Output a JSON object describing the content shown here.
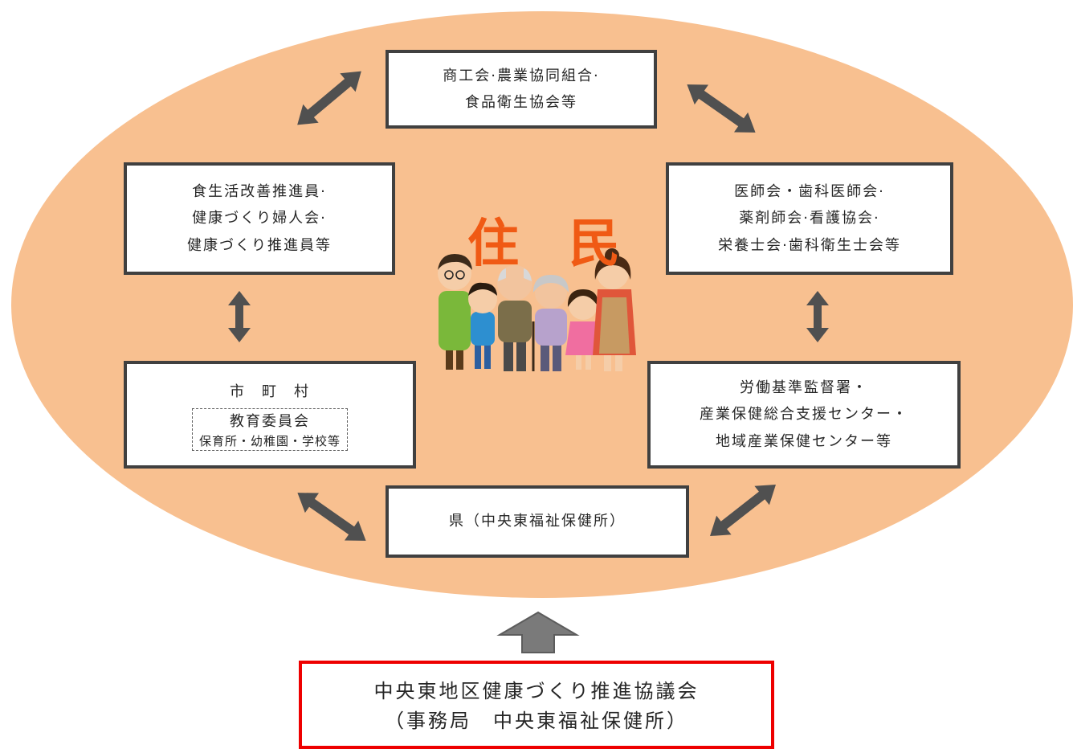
{
  "center_label": "住 民",
  "boxes": {
    "top": [
      "商工会·農業協同組合·",
      "食品衛生協会等"
    ],
    "left_upper": [
      "食生活改善推進員·",
      "健康づくり婦人会·",
      "健康づくり推進員等"
    ],
    "right_upper": [
      "医師会・歯科医師会·",
      "薬剤師会·看護協会·",
      "栄養士会·歯科衛生士会等"
    ],
    "left_lower": {
      "title": "市　町　村",
      "inner": [
        "教育委員会",
        "保育所・幼稚園・学校等"
      ]
    },
    "right_lower": [
      "労働基準監督署・",
      "産業保健総合支援センター・",
      "地域産業保健センター等"
    ],
    "bottom": "県（中央東福祉保健所）"
  },
  "council": [
    "中央東地区健康づくり推進協議会",
    "（事務局　中央東福祉保健所）"
  ],
  "colors": {
    "ellipse": "#f8c090",
    "box_border": "#404040",
    "arrow": "#505050",
    "up_arrow": "#7a7a7a",
    "center_label": "#f05a14",
    "council_border": "#ee0000"
  }
}
